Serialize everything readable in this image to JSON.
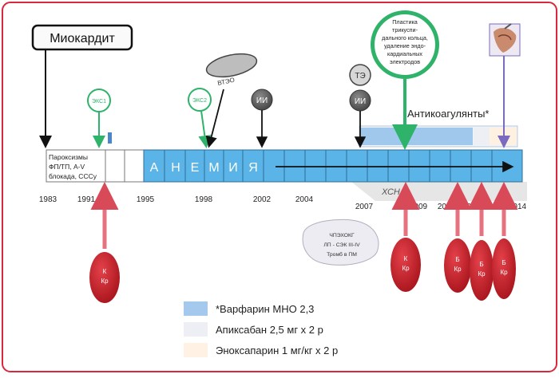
{
  "colors": {
    "frame": "#d9283b",
    "timeline_blue": "#5ab4e8",
    "warfarin": "#9fc8ec",
    "apixaban": "#eeeef5",
    "enoxaparin": "#fff1e2",
    "green": "#2fb26a",
    "red_drop": "#c8202a",
    "arrow_red": "#e7727f",
    "purple": "#7b6bc0",
    "gray_circle": "#6e6e6e"
  },
  "top_label": "Миокардит",
  "first_segment": [
    "Пароксизмы",
    "ФП/ТП, A-V",
    "блокада, СССу"
  ],
  "anemia_letters": [
    "А",
    "Н",
    "Е",
    "М",
    "И",
    "Я"
  ],
  "years": [
    "1983",
    "1991",
    "1995",
    "1998",
    "2002",
    "2004",
    "2007",
    "2009",
    "2012",
    "2013",
    "2014"
  ],
  "eks1": "ЭКС1",
  "eks2": "ЭКС2",
  "vtso": "ВТЭО",
  "ii_2002": "ИИ",
  "te": "ТЭ",
  "ii_2007": "ИИ",
  "surgery_note": [
    "Пластика",
    "трикуспи-",
    "дального кольца,",
    "удаление эндо-",
    "кардиальных",
    "электродов"
  ],
  "anticoag_label": "Антикоагулянты*",
  "xsn": "ХСН",
  "bubble": [
    "ЧПЭХОКГ",
    "ЛП - СЭК III-IV",
    "Тромб в ПМ"
  ],
  "drop_labels": [
    [
      "К",
      "Кр"
    ],
    [
      "К",
      "Кр"
    ],
    [
      "Б",
      "Кр"
    ],
    [
      "Б",
      "Кр"
    ],
    [
      "Б",
      "Кр"
    ]
  ],
  "legend": [
    {
      "label": "*Варфарин МНО 2,3",
      "color": "#a4c9ec"
    },
    {
      "label": "Апиксабан 2,5 мг х 2 р",
      "color": "#eeeef5"
    },
    {
      "label": "Эноксапарин 1 мг/кг х 2 р",
      "color": "#fff2e4"
    }
  ]
}
